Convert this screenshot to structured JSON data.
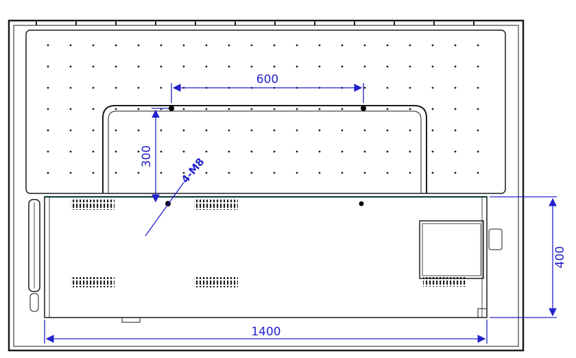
{
  "diagram": {
    "labels": {
      "vesa_width": "600",
      "vesa_height": "300",
      "hole_spec": "4-M8",
      "bottom_width": "1400",
      "right_height": "400"
    },
    "colors": {
      "dimension_blue": "#2121cc",
      "line_black": "#1a1a1a",
      "accent_teal": "#2fa8a2"
    }
  }
}
